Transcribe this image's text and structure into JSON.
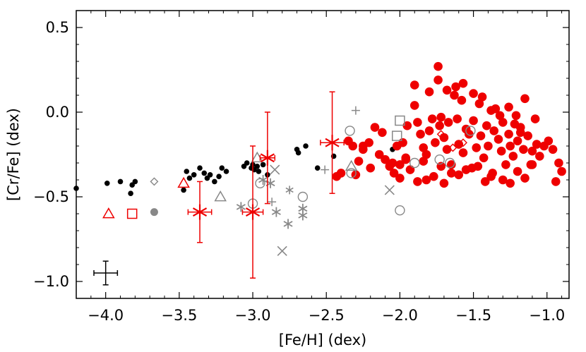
{
  "chart_data": {
    "type": "scatter",
    "title": "",
    "xlabel": "[Fe/H] (dex)",
    "ylabel": "[Cr/Fe] (dex)",
    "xlim": [
      -4.2,
      -0.85
    ],
    "ylim": [
      -1.1,
      0.6
    ],
    "xticks": [
      -4.0,
      -3.5,
      -3.0,
      -2.5,
      -2.0,
      -1.5,
      -1.0
    ],
    "xtick_labels": [
      "−4.0",
      "−3.5",
      "−3.0",
      "−2.5",
      "−2.0",
      "−1.5",
      "−1.0"
    ],
    "yticks": [
      0.5,
      0.0,
      -0.5,
      -1.0
    ],
    "ytick_labels": [
      "0.5",
      "0.0",
      "−0.5",
      "−1.0"
    ],
    "grid": false,
    "colors": {
      "black": "#000000",
      "red": "#ee0000",
      "gray": "#888888"
    },
    "series": [
      {
        "marker": "dot",
        "color": "#000000",
        "x": [
          -4.2,
          -3.99,
          -3.9,
          -3.83,
          -3.82,
          -3.8,
          -3.47,
          -3.45,
          -3.43,
          -3.4,
          -3.36,
          -3.33,
          -3.31,
          -3.29,
          -3.26,
          -3.23,
          -3.21,
          -3.18,
          -3.06,
          -3.04,
          -3.01,
          -3.0,
          -2.99,
          -2.97,
          -2.96,
          -2.93,
          -2.9,
          -2.7,
          -2.69,
          -2.64,
          -2.56,
          -2.45,
          -2.05
        ],
        "y": [
          -0.45,
          -0.42,
          -0.41,
          -0.48,
          -0.43,
          -0.41,
          -0.46,
          -0.35,
          -0.39,
          -0.37,
          -0.33,
          -0.36,
          -0.39,
          -0.37,
          -0.41,
          -0.38,
          -0.33,
          -0.35,
          -0.32,
          -0.3,
          -0.33,
          -0.31,
          -0.34,
          -0.32,
          -0.35,
          -0.31,
          -0.37,
          -0.22,
          -0.24,
          -0.2,
          -0.33,
          -0.26,
          -0.22
        ]
      },
      {
        "marker": "dot-large",
        "color": "#ee0000",
        "x": [
          -2.43,
          -2.4,
          -2.35,
          -2.32,
          -2.28,
          -2.25,
          -2.21,
          -2.17,
          -2.14,
          -2.1,
          -2.07,
          -2.04,
          -2.02,
          -2.0,
          -1.98,
          -1.96,
          -1.95,
          -1.93,
          -1.9,
          -1.88,
          -1.86,
          -1.84,
          -1.82,
          -1.8,
          -1.78,
          -1.76,
          -1.74,
          -1.73,
          -1.72,
          -1.7,
          -1.68,
          -1.67,
          -1.65,
          -1.63,
          -1.61,
          -1.6,
          -1.58,
          -1.57,
          -1.55,
          -1.53,
          -1.51,
          -1.5,
          -1.48,
          -1.46,
          -1.45,
          -1.43,
          -1.41,
          -1.4,
          -1.38,
          -1.36,
          -1.35,
          -1.33,
          -1.31,
          -1.3,
          -1.28,
          -1.26,
          -1.25,
          -1.23,
          -1.21,
          -1.2,
          -1.18,
          -1.16,
          -1.15,
          -1.13,
          -1.11,
          -1.1,
          -1.08,
          -1.07,
          -1.05,
          -1.02,
          -0.99,
          -0.96,
          -0.94,
          -0.92,
          -0.9,
          -2.3,
          -2.2,
          -2.0,
          -1.88,
          -1.82,
          -1.77,
          -1.7,
          -1.65,
          -1.6,
          -1.55,
          -1.47,
          -1.42,
          -1.37,
          -1.3,
          -1.25,
          -1.2,
          -1.15,
          -1.1,
          -1.74,
          -1.57,
          -1.68,
          -1.62,
          -1.5,
          -1.44,
          -1.38,
          -1.32,
          -1.26,
          -1.22,
          -1.18,
          -1.8,
          -1.9,
          -2.12,
          -2.25,
          -2.05,
          -1.96,
          -1.84,
          -1.72
        ],
        "y": [
          -0.38,
          -0.36,
          -0.17,
          -0.2,
          -0.29,
          -0.22,
          -0.18,
          -0.09,
          -0.25,
          -0.28,
          -0.32,
          -0.36,
          -0.2,
          -0.31,
          -0.18,
          -0.28,
          -0.08,
          -0.34,
          0.04,
          -0.06,
          -0.13,
          -0.21,
          -0.25,
          -0.11,
          -0.04,
          -0.18,
          0.27,
          -0.08,
          -0.03,
          -0.15,
          -0.22,
          -0.06,
          -0.31,
          0.1,
          -0.04,
          -0.19,
          0.07,
          -0.24,
          -0.1,
          -0.13,
          -0.33,
          -0.05,
          -0.21,
          0.05,
          -0.14,
          -0.27,
          -0.08,
          -0.2,
          -0.38,
          -0.11,
          0.02,
          -0.16,
          -0.23,
          -0.06,
          -0.31,
          -0.13,
          -0.2,
          -0.26,
          -0.02,
          -0.17,
          -0.09,
          -0.22,
          0.08,
          -0.14,
          -0.31,
          -0.23,
          -0.04,
          -0.19,
          -0.26,
          -0.2,
          -0.17,
          -0.22,
          -0.41,
          -0.3,
          -0.35,
          -0.37,
          -0.33,
          -0.39,
          -0.41,
          -0.4,
          -0.38,
          -0.42,
          -0.36,
          -0.37,
          -0.34,
          -0.32,
          -0.41,
          -0.36,
          -0.4,
          -0.42,
          -0.35,
          -0.39,
          -0.31,
          0.19,
          0.17,
          0.13,
          0.15,
          0.11,
          0.09,
          0.01,
          -0.02,
          0.03,
          -0.07,
          -0.12,
          0.12,
          0.16,
          -0.12,
          -0.2,
          -0.3,
          -0.27,
          -0.29,
          -0.32
        ]
      },
      {
        "marker": "diamond-open",
        "color": "#888888",
        "x": [
          -3.67
        ],
        "y": [
          -0.41
        ]
      },
      {
        "marker": "diamond-open",
        "color": "#ee0000",
        "x": [
          -1.72,
          -1.64,
          -1.57
        ],
        "y": [
          -0.13,
          -0.21,
          -0.18
        ]
      },
      {
        "marker": "triangle-open",
        "color": "#888888",
        "x": [
          -3.22,
          -2.97,
          -2.33
        ],
        "y": [
          -0.5,
          -0.27,
          -0.32
        ]
      },
      {
        "marker": "triangle-open",
        "color": "#ee0000",
        "x": [
          -3.98,
          -3.47
        ],
        "y": [
          -0.6,
          -0.42
        ]
      },
      {
        "marker": "square-open",
        "color": "#888888",
        "x": [
          -2.02,
          -2.0
        ],
        "y": [
          -0.14,
          -0.05
        ]
      },
      {
        "marker": "square-open",
        "color": "#ee0000",
        "x": [
          -3.82
        ],
        "y": [
          -0.6
        ]
      },
      {
        "marker": "circle-open",
        "color": "#888888",
        "x": [
          -3.0,
          -2.95,
          -2.66,
          -2.34,
          -2.33,
          -2.0,
          -1.9,
          -1.73,
          -1.66,
          -1.52
        ],
        "y": [
          -0.54,
          -0.42,
          -0.5,
          -0.11,
          -0.36,
          -0.58,
          -0.3,
          -0.28,
          -0.3,
          -0.11
        ]
      },
      {
        "marker": "circle-filled",
        "color": "#888888",
        "x": [
          -3.67
        ],
        "y": [
          -0.59
        ]
      },
      {
        "marker": "asterisk",
        "color": "#888888",
        "x": [
          -3.08,
          -2.93,
          -2.88,
          -2.84,
          -2.76,
          -2.66,
          -2.66
        ],
        "y": [
          -0.56,
          -0.4,
          -0.42,
          -0.59,
          -0.66,
          -0.57,
          -0.61
        ]
      },
      {
        "marker": "asterisk-small",
        "color": "#888888",
        "x": [
          -2.75
        ],
        "y": [
          -0.46
        ]
      },
      {
        "marker": "cross",
        "color": "#888888",
        "x": [
          -2.85,
          -2.8,
          -2.07
        ],
        "y": [
          -0.34,
          -0.82,
          -0.46
        ]
      },
      {
        "marker": "plus",
        "color": "#888888",
        "x": [
          -2.87,
          -2.51,
          -2.3
        ],
        "y": [
          -0.53,
          -0.34,
          0.01
        ]
      },
      {
        "marker": "asterisk-errorbar",
        "color": "#ee0000",
        "x": [
          -3.36,
          -3.0,
          -2.9,
          -2.46
        ],
        "y": [
          -0.59,
          -0.59,
          -0.27,
          -0.18
        ],
        "yerr_low": [
          -0.77,
          -0.98,
          -0.54,
          -0.48
        ],
        "yerr_high": [
          -0.41,
          -0.2,
          0.0,
          0.12
        ],
        "xerr": [
          0.08,
          0.07,
          0.05,
          0.08
        ]
      },
      {
        "marker": "errorbar-typical",
        "color": "#000000",
        "x": [
          -4.0
        ],
        "y": [
          -0.95
        ],
        "xerr": [
          0.08
        ],
        "yerr": [
          0.07
        ]
      }
    ]
  }
}
